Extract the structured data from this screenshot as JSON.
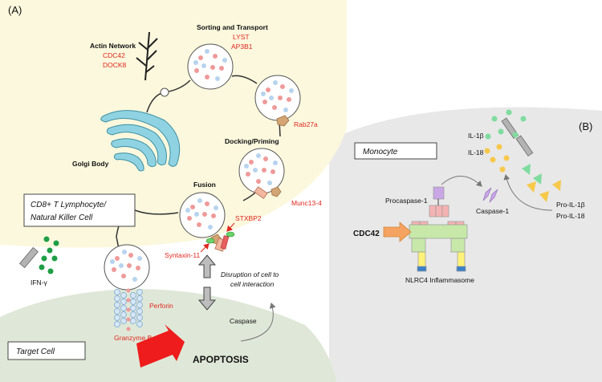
{
  "panels": {
    "a": "(A)",
    "b": "(B)"
  },
  "labels": {
    "actin_network": "Actin Network",
    "cdc42": "CDC42",
    "dock8": "DOCK8",
    "sorting": "Sorting and Transport",
    "lyst": "LYST",
    "ap3b1": "AP3B1",
    "rab27a": "Rab27a",
    "docking": "Docking/Priming",
    "golgi": "Golgi Body",
    "fusion": "Fusion",
    "munc13": "Munc13-4",
    "stxbp2": "STXBP2",
    "syntaxin": "Syntaxin-11",
    "cell_line1": "CD8+ T Lymphocyte/",
    "cell_line2": "Natural Killer Cell",
    "ifn": "IFN-γ",
    "perforin": "Perforin",
    "granzyme": "Granzyme B",
    "disruption1": "Disruption of cell to",
    "disruption2": "cell interaction",
    "caspase": "Caspase",
    "target_cell": "Target Cell",
    "apoptosis": "APOPTOSIS",
    "monocyte": "Monocyte",
    "il1b": "IL-1β",
    "il18": "IL-18",
    "pro_il1b": "Pro-IL-1β",
    "pro_il18": "Pro-IL-18",
    "procaspase": "Procaspase-1",
    "caspase1": "Caspase-1",
    "cdc42_b": "CDC42",
    "nlrc4": "NLRC4 Inflammasome"
  },
  "colors": {
    "cell_fill": "#fbf8dd",
    "target_fill": "#dfe8d8",
    "monocyte_fill": "#e8e8e8",
    "red_label": "#e0261f",
    "granule_red": "#ef9a9a",
    "granule_blue": "#b7d3ee",
    "golgi": "#8fd3e3",
    "arrow_red": "#ee1c1c",
    "arrow_orange": "#f4a460"
  }
}
